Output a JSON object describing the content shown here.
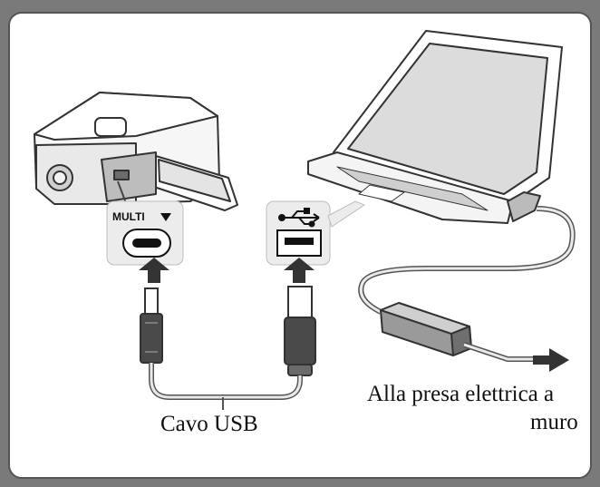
{
  "diagram": {
    "camera_port_label": "MULTI",
    "cable_label": "Cavo USB",
    "outlet_label_line1": "Alla presa elettrica a",
    "outlet_label_line2": "muro",
    "icons": [
      "camera-icon",
      "laptop-icon",
      "usb-symbol-icon",
      "ac-adapter-icon",
      "arrow-up-icon",
      "arrow-right-icon"
    ]
  }
}
